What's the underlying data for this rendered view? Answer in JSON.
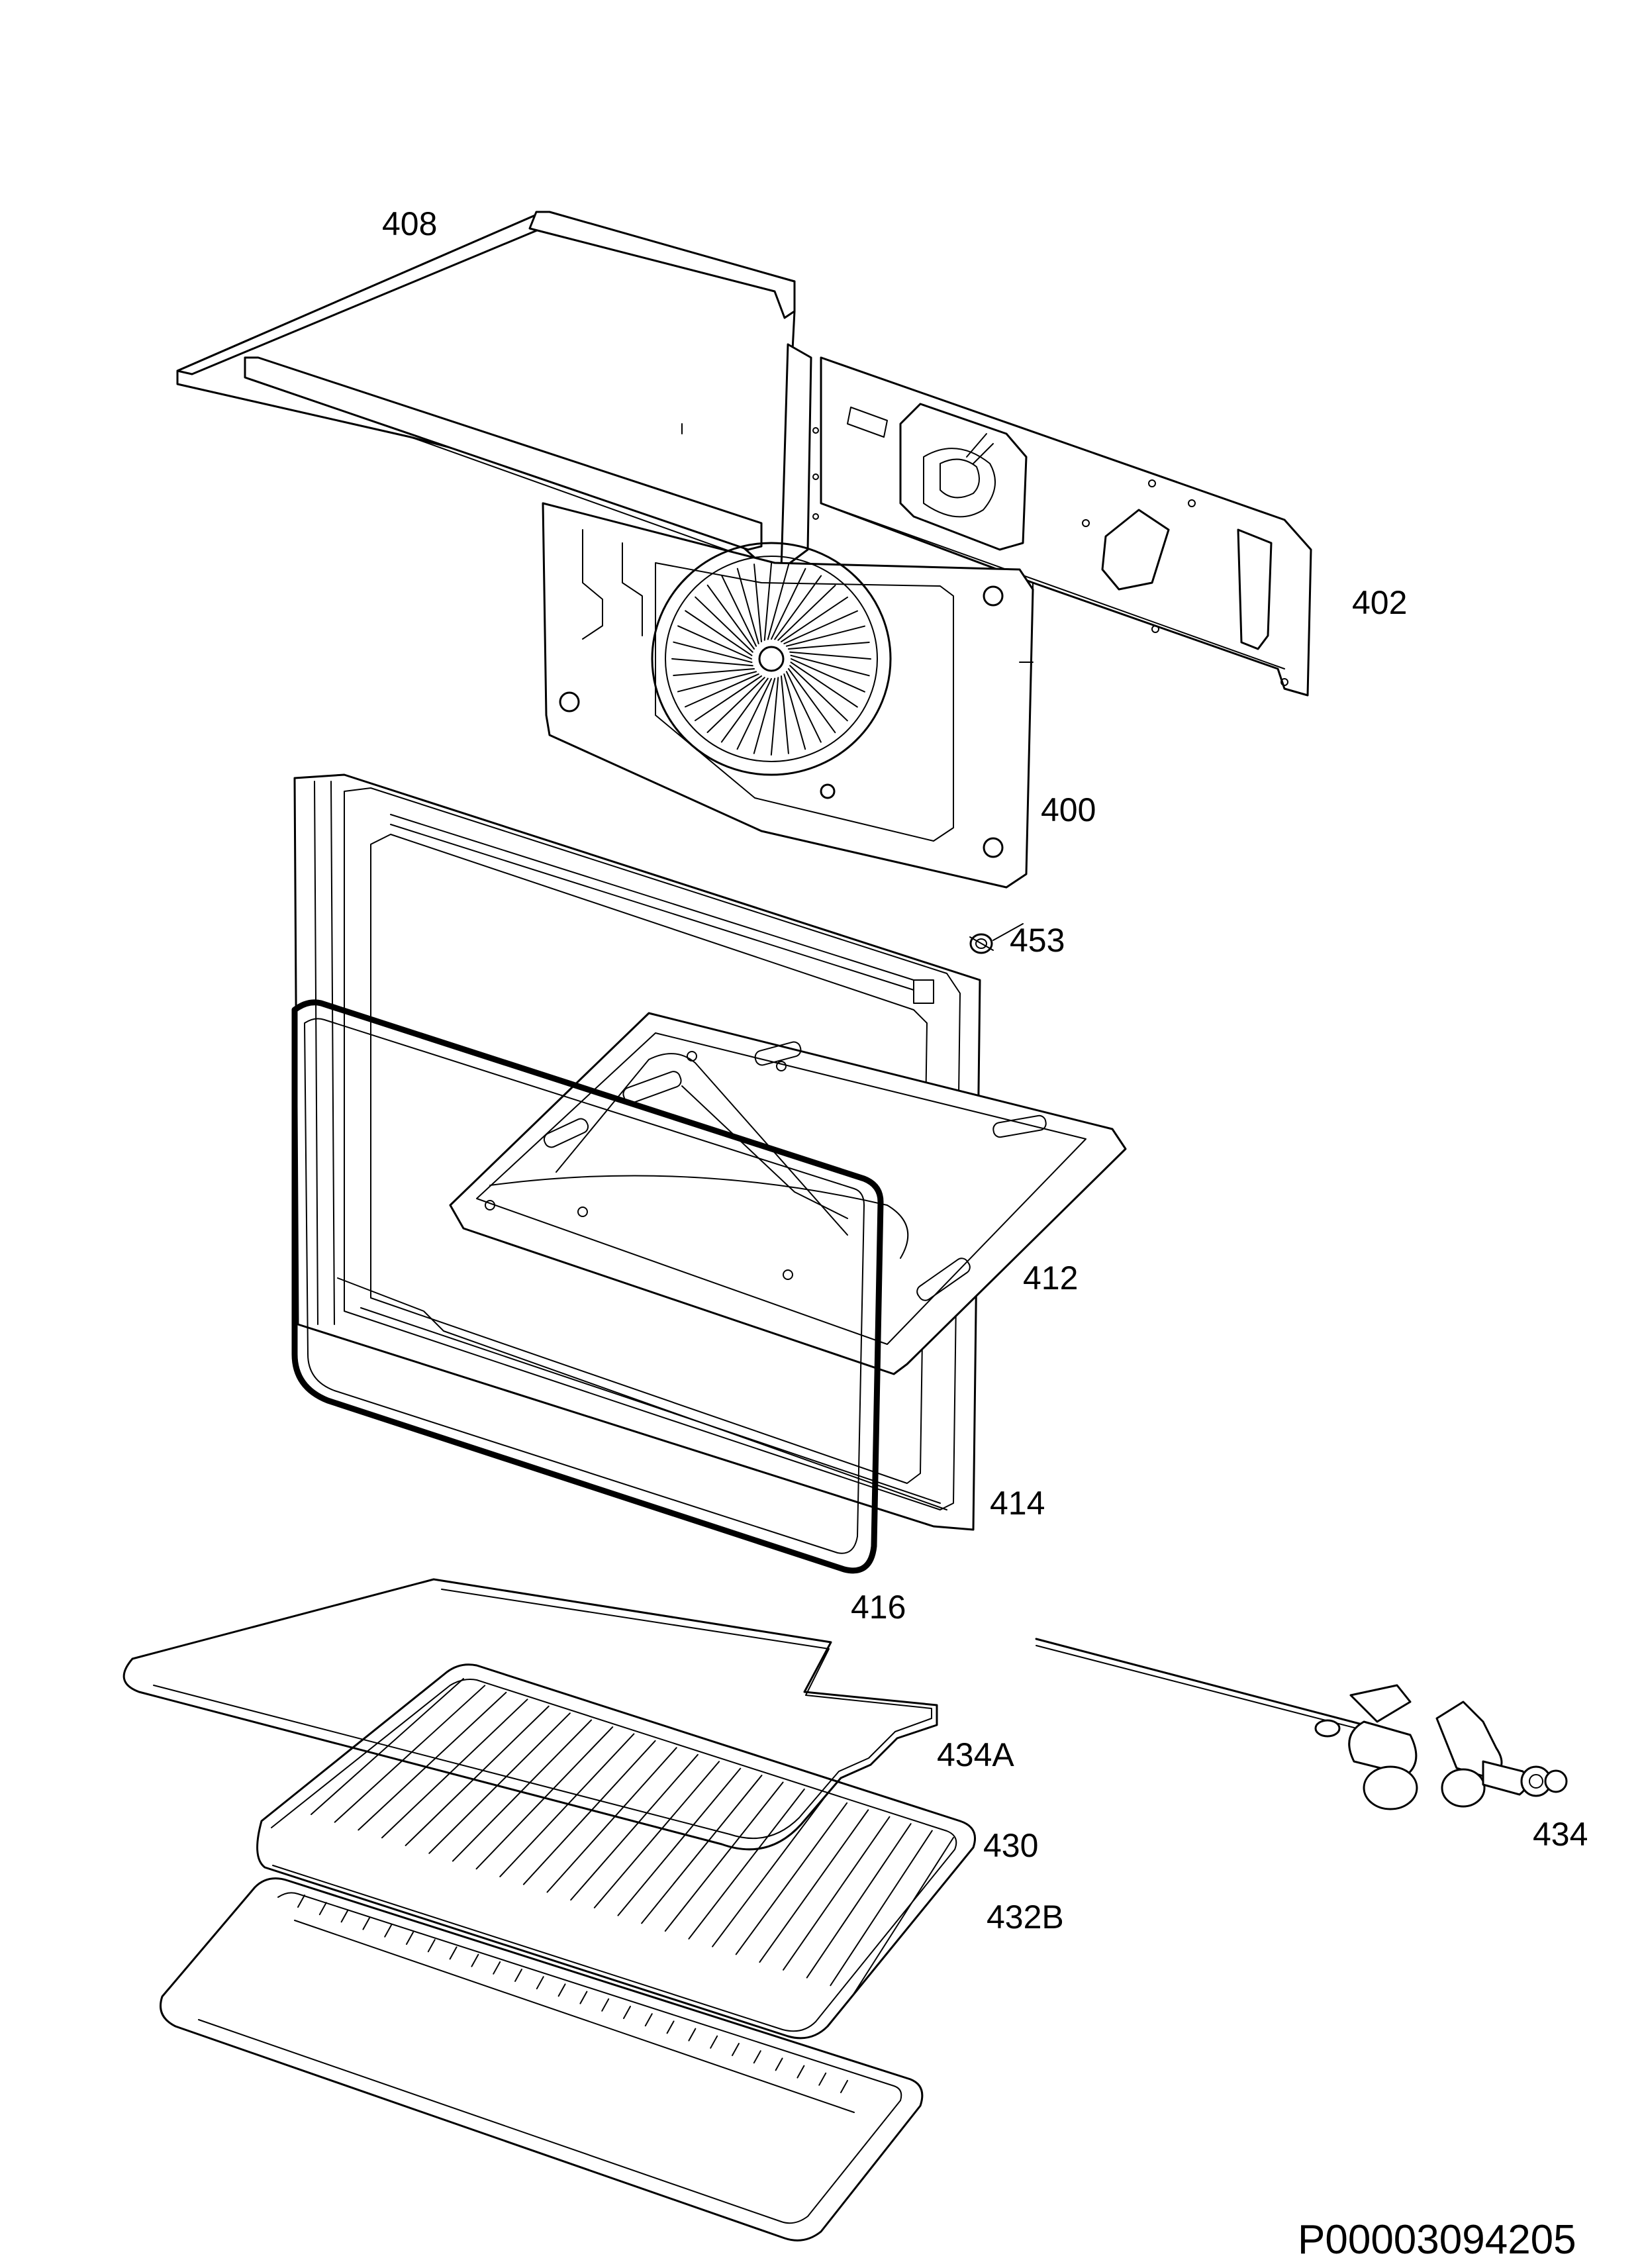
{
  "labels": {
    "p408": "408",
    "p402": "402",
    "p400": "400",
    "p453": "453",
    "p412": "412",
    "p414": "414",
    "p416": "416",
    "p434A": "434A",
    "p430": "430",
    "p432B": "432B",
    "p434": "434"
  },
  "document_code": "P00003094205"
}
